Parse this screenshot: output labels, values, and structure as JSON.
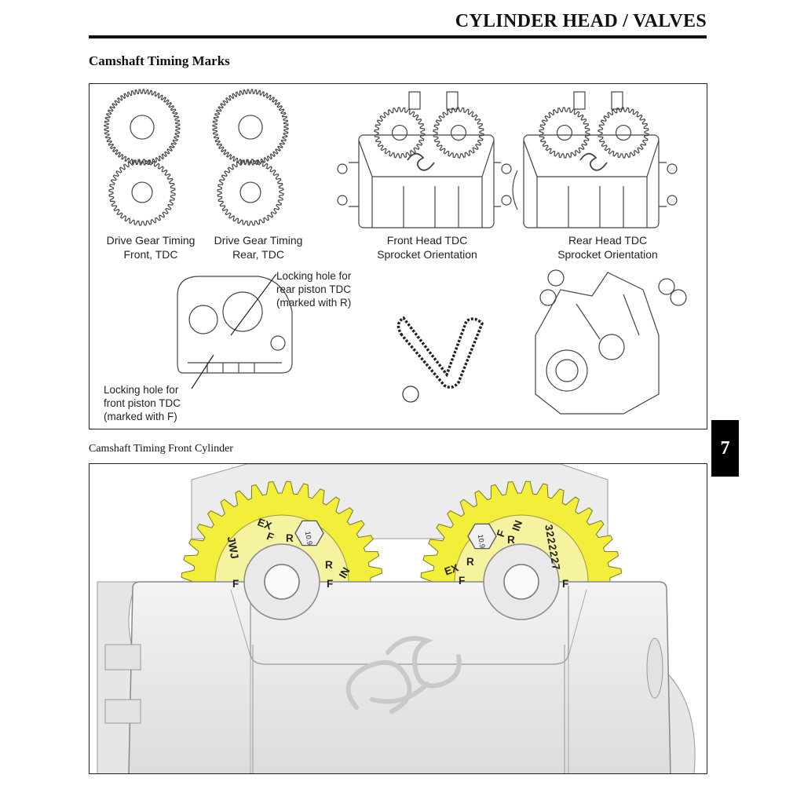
{
  "header": {
    "title": "CYLINDER HEAD / VALVES"
  },
  "section1": {
    "title": "Camshaft Timing Marks",
    "captions": {
      "drive_front": [
        "Drive Gear Timing",
        "Front, TDC"
      ],
      "drive_rear": [
        "Drive Gear Timing",
        "Rear, TDC"
      ],
      "front_head": [
        "Front Head TDC",
        "Sprocket Orientation"
      ],
      "rear_head": [
        "Rear Head TDC",
        "Sprocket Orientation"
      ],
      "lock_rear": [
        "Locking hole for",
        "rear piston TDC",
        "(marked with R)"
      ],
      "lock_front": [
        "Locking hole for",
        "front piston TDC",
        "(marked with F)"
      ]
    }
  },
  "section2": {
    "title": "Camshaft Timing Front Cylinder",
    "left_gear_marks": [
      "JWJ",
      "EX",
      "F",
      "R",
      "R",
      "IN",
      "F",
      "F"
    ],
    "right_gear_marks": [
      "3222227",
      "IN",
      "F",
      "R",
      "R",
      "EX",
      "F",
      "F"
    ],
    "bolt_label": "10.9"
  },
  "chapter_tab": {
    "number": "7"
  },
  "colors": {
    "gear_yellow": "#f2ee3a",
    "ink": "#111111"
  }
}
